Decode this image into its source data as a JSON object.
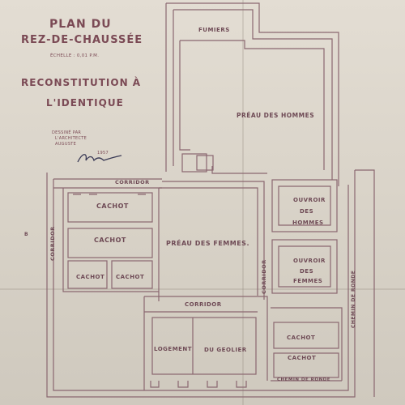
{
  "plan": {
    "title_line1": "PLAN DU",
    "title_line2": "REZ-DE-CHAUSSÉE",
    "scale": "ÉCHELLE : 0,01 P.M.",
    "subtitle_line1": "RECONSTITUTION  À",
    "subtitle_line2": "L'IDENTIQUE",
    "credit_line1": "DESSINÉ PAR",
    "credit_line2": "L'ARCHITECTE",
    "credit_line3": "AUGUSTE",
    "credit_line4": "1957"
  },
  "rooms": {
    "fumiers": "FUMIERS",
    "preau_hommes": "PRÉAU DES HOMMES",
    "corridor_top": "CORRIDOR",
    "cachot_1": "CACHOT",
    "cachot_2": "CACHOT",
    "cachot_3": "CACHOT",
    "cachot_4": "CACHOT",
    "corridor_left": "CORRIDOR",
    "preau_femmes": "PRÉAU DES FEMMES.",
    "ouvroir_hommes_1": "OUVROIR",
    "ouvroir_hommes_2": "DES",
    "ouvroir_hommes_3": "HOMMES",
    "ouvroir_femmes_1": "OUVROIR",
    "ouvroir_femmes_2": "DES",
    "ouvroir_femmes_3": "FEMMES",
    "corridor_mid": "CORRIDOR",
    "corridor_right": "CORRIDOR",
    "logement": "LOGEMENT",
    "du_geolier": "DU GEOLIER",
    "cachot_5": "CACHOT",
    "cachot_6": "CACHOT",
    "chemin_ronde_bottom": "CHEMIN DE RONDE",
    "chemin_ronde_right": "CHEMIN DE RONDE",
    "marker_b": "B"
  }
}
